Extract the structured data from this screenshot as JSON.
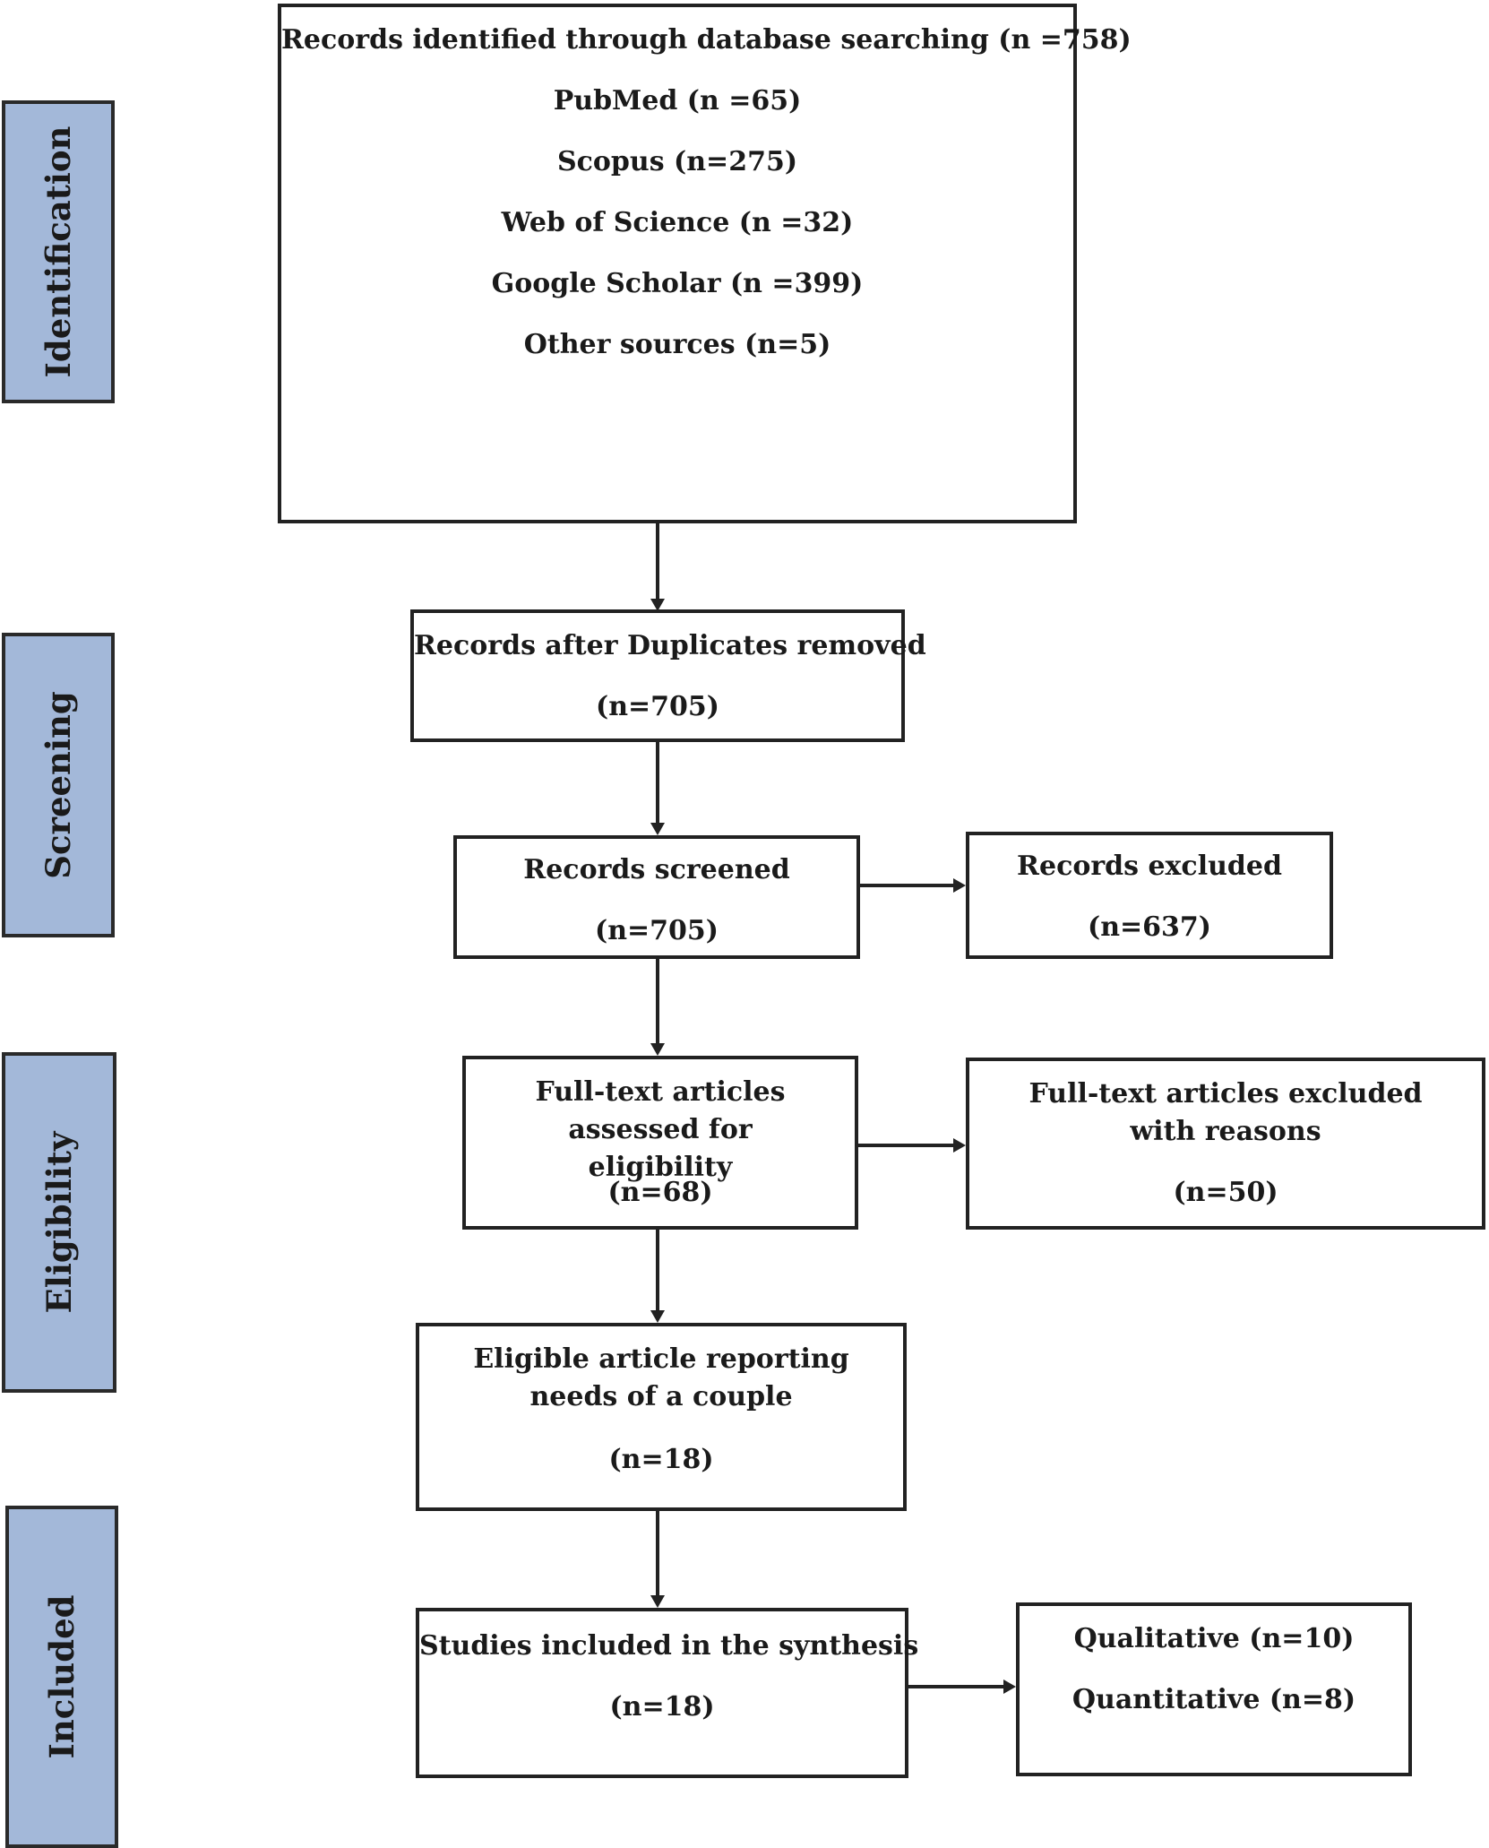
{
  "stages": {
    "identification": "Identification",
    "screening": "Screening",
    "eligibility": "Eligibility",
    "included": "Included"
  },
  "boxes": {
    "identified": {
      "title": "Records identified through database searching (n =758)",
      "sources": [
        "PubMed (n =65)",
        "Scopus (n=275)",
        "Web of Science (n =32)",
        "Google Scholar (n =399)",
        "Other sources (n=5)"
      ]
    },
    "duplicates_removed": {
      "title": "Records after Duplicates removed",
      "count": "(n=705)"
    },
    "screened": {
      "title": "Records screened",
      "count": "(n=705)"
    },
    "excluded": {
      "title": "Records excluded",
      "count": "(n=637)"
    },
    "fulltext_assessed": {
      "title": "Full-text articles assessed for eligibility",
      "count": "(n=68)"
    },
    "fulltext_excluded": {
      "title": "Full-text articles excluded with reasons",
      "count": "(n=50)"
    },
    "eligible": {
      "title": "Eligible article reporting needs of a couple",
      "count": "(n=18)"
    },
    "included": {
      "title": "Studies included in the synthesis",
      "count": "(n=18)"
    },
    "synthesis_types": {
      "qualitative": "Qualitative (n=10)",
      "quantitative": "Quantitative (n=8)"
    }
  }
}
